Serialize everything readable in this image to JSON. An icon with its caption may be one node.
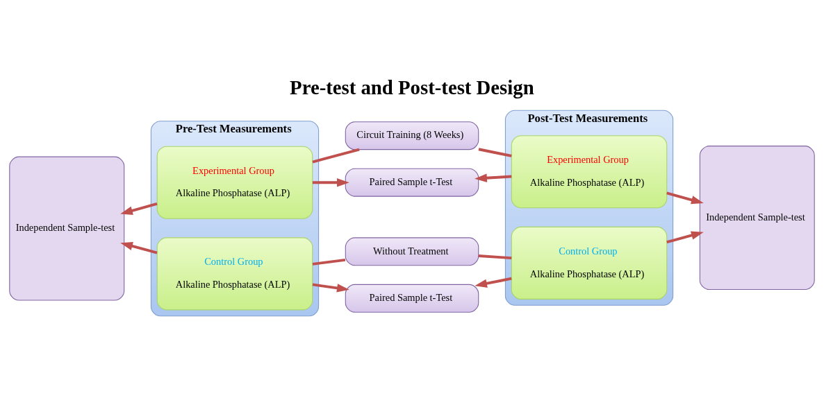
{
  "diagram": {
    "title": "Pre-test and Post-test Design",
    "nodes": [
      {
        "text": [
          "Pre-Test Measurements"
        ]
      },
      {
        "text": [
          "Experimental Group",
          "Alkaline Phosphatase (ALP)"
        ],
        "in": 0
      },
      {
        "text": [
          "Control Group",
          "Alkaline Phosphatase (ALP)"
        ],
        "in": 0
      },
      {
        "text": [
          "Post-Test Measurements"
        ]
      },
      {
        "text": [
          "Experimental Group",
          "Alkaline Phosphatase (ALP)"
        ],
        "in": 3
      },
      {
        "text": [
          "Control Group",
          "Alkaline Phosphatase (ALP)"
        ],
        "in": 3
      },
      {
        "text": [
          "Circuit Training (8 Weeks)"
        ]
      },
      {
        "text": [
          "Paired Sample t-Test"
        ]
      },
      {
        "text": [
          "Without Treatment"
        ]
      },
      {
        "text": [
          "Paired Sample t-Test"
        ]
      },
      {
        "text": [
          "Independent Sample-test"
        ]
      },
      {
        "text": [
          "Independent Sample-test"
        ]
      }
    ],
    "edges": [
      {
        "from": 1,
        "to": 6,
        "arrow": "none"
      },
      {
        "from": 6,
        "to": 4,
        "arrow": "none"
      },
      {
        "from": 1,
        "to": 7,
        "arrow": "to"
      },
      {
        "from": 4,
        "to": 7,
        "arrow": "to"
      },
      {
        "from": 1,
        "to": 10,
        "arrow": "to"
      },
      {
        "from": 2,
        "to": 10,
        "arrow": "to"
      },
      {
        "from": 4,
        "to": 11,
        "arrow": "to"
      },
      {
        "from": 5,
        "to": 11,
        "arrow": "to"
      },
      {
        "from": 2,
        "to": 8,
        "arrow": "none"
      },
      {
        "from": 8,
        "to": 5,
        "arrow": "none"
      },
      {
        "from": 2,
        "to": 9,
        "arrow": "to"
      },
      {
        "from": 5,
        "to": 9,
        "arrow": "to"
      }
    ]
  }
}
